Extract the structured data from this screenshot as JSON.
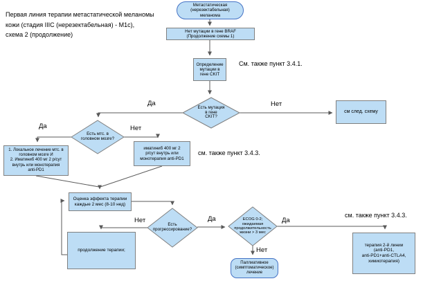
{
  "title": "Первая линия терапии метастатической меланомы\nкожи (стадия IIIC (нерезектабельная) - M1c),\nсхема 2 (продолжение)",
  "colors": {
    "node_fill": "#bdddf5",
    "border_gray": "#7f7f7f",
    "border_blue": "#4472c4",
    "line": "#595959"
  },
  "nodes": {
    "start": "Метастатическая\n(нерезектабельная)\nмеланома",
    "no_braf": "Нет мутации в гене BRAF\n(Продолжение схемы 1)",
    "ckit_test": "Определение\nмутации в\nгене CKIT",
    "ckit_q": "Есть мутация\nв гене\nCKIT?",
    "next_scheme": "см след. схему",
    "brain_q": "Есть мтс. в\nголовном мозге?",
    "local": "1. Локальное лечение мтс. в\nголовном мозге И\n2. Иматиниб 400 мг 2 р/сут\nвнутрь или монотерапия\nanti-PD1",
    "imatinib": "иматиниб 400 мг 2\nр/сут внутрь или\nмонотерапия anti-PD1",
    "eval": "Оценка эффекта терапии\nкаждые 2 мес (8-10 нед)",
    "progress_q": "Есть\nпрогрессирование?",
    "continue": "продолжение терапии;",
    "ecog_q": "ECOG 0-2;\nожидаемая\nпродолжительность\nжизни > 3 мес",
    "second_line": "терапия 2-й линии\n(anti-PD1,\nanti-PD1+anti-CTLA4,\nхимиотерапия)",
    "palliative": "Паллиативное\n(симптоматическое)\nлечение"
  },
  "edge_labels": {
    "da": "Да",
    "net": "Нет"
  },
  "notes": {
    "see_341": "См. также пункт 3.4.1.",
    "see_343": "см. также пункт 3.4.3."
  }
}
